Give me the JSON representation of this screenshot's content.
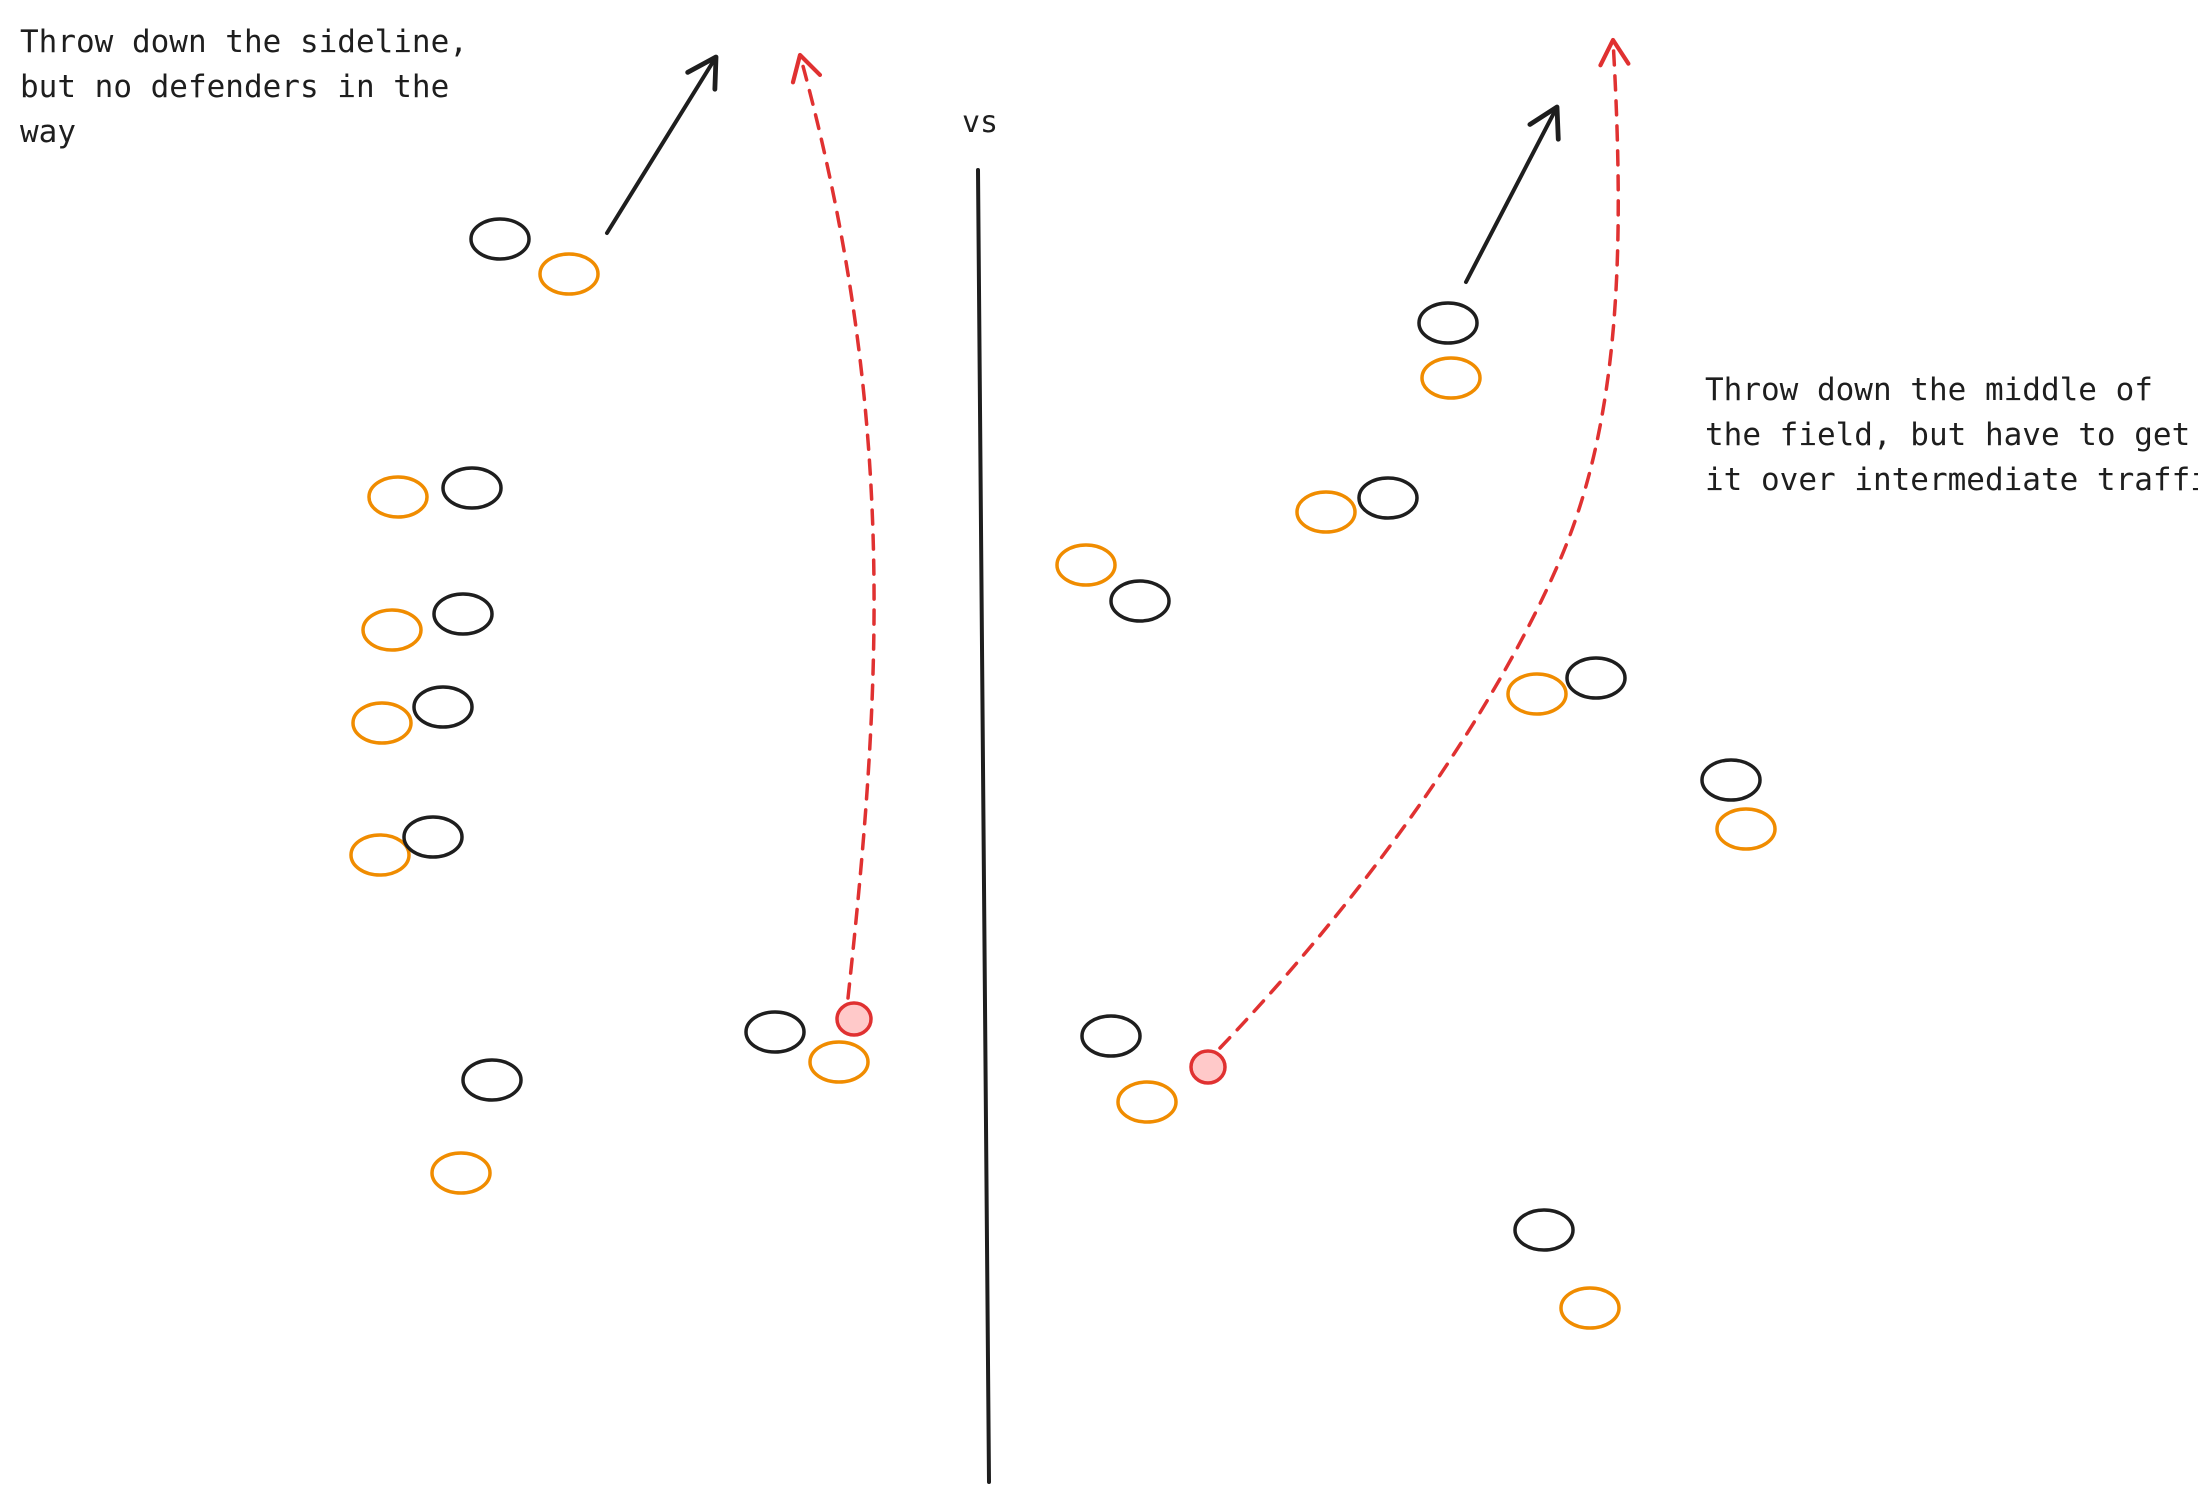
{
  "diagram": {
    "left_note": {
      "lines": [
        "Throw down the sideline,",
        "but no defenders in the",
        "way"
      ]
    },
    "vs_label": "vs",
    "right_note": {
      "lines": [
        "Throw down the middle of",
        "the field, but have to get",
        "it over intermediate traffic"
      ]
    },
    "colors": {
      "offense": "#1e1e1e",
      "defense": "#f08c00",
      "thrower": "#e03131",
      "thrower_fill": "#ffc9c9",
      "divider": "#1e1e1e"
    },
    "marker_types": [
      "black-player-circle",
      "orange-player-circle",
      "red-thrower-disc"
    ],
    "arrow_styles": [
      "solid-black-arrow",
      "dashed-red-throw-arrow"
    ]
  }
}
